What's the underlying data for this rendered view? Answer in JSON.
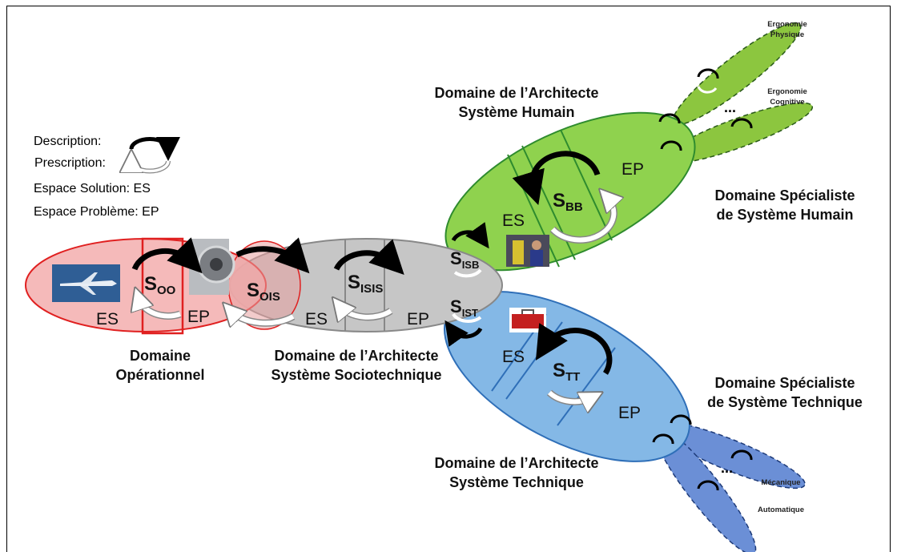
{
  "legend": {
    "description": "Description:",
    "prescription": "Prescription:",
    "solution_space": "Espace Solution: ES",
    "problem_space": "Espace Problème: EP"
  },
  "labels": {
    "operational": [
      "Domaine",
      "Opérationnel"
    ],
    "sociotechnical_architect": [
      "Domaine de l’Architecte",
      "Système Sociotechnique"
    ],
    "human_architect": [
      "Domaine de l’Architecte",
      "Système Humain"
    ],
    "technical_architect": [
      "Domaine de l’Architecte",
      "Système Technique"
    ],
    "human_specialist": [
      "Domaine Spécialiste",
      "de Système Humain"
    ],
    "technical_specialist": [
      "Domaine Spécialiste",
      "de Système Technique"
    ]
  },
  "spaces": {
    "es": "ES",
    "ep": "EP"
  },
  "systems": {
    "oo": {
      "base": "S",
      "sub": "OO"
    },
    "ois": {
      "base": "S",
      "sub": "OIS"
    },
    "isis": {
      "base": "S",
      "sub": "ISIS"
    },
    "isb": {
      "base": "S",
      "sub": "ISB"
    },
    "ist": {
      "base": "S",
      "sub": "IST"
    },
    "bb": {
      "base": "S",
      "sub": "BB"
    },
    "tt": {
      "base": "S",
      "sub": "TT"
    }
  },
  "specialties": {
    "physical_ergonomics": [
      "Ergonomie",
      "Physique"
    ],
    "cognitive_ergonomics": [
      "Ergonomie",
      "Cognitive"
    ],
    "mechanical": "Mécanique",
    "automatic": "Automatique",
    "ellipsis": "..."
  },
  "colors": {
    "operational": "#f4b8b8",
    "operational_stroke": "#e02020",
    "sociotechnical": "#c8c8c8",
    "human": "#8fd24e",
    "human_stroke": "#2e8b2e",
    "technical": "#84b8e6",
    "technical_stroke": "#2f6fb8",
    "human_specialty": "#8cc63f",
    "technical_specialty": "#6b8fd6"
  },
  "icons": [
    "airplane-photo",
    "engine-photo",
    "people-photo",
    "toolbox-photo",
    "description-arrow-icon",
    "prescription-arrow-icon"
  ]
}
